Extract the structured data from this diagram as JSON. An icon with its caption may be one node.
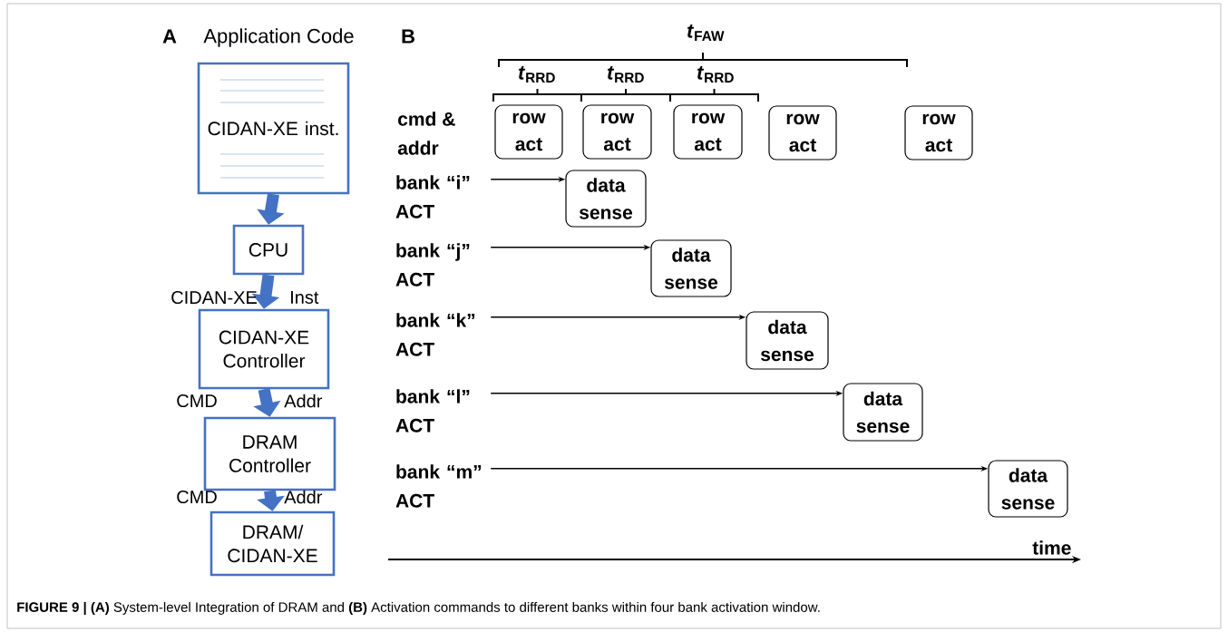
{
  "diagram": {
    "caption": "**FIGURE 9 | (A)** System-level Integration of DRAM and **(B)** Activation commands to different banks within four bank activation window.",
    "nodes": [
      {
        "text": [
          "Application Code",
          "CIDAN-XE inst."
        ]
      },
      {
        "text": [
          "CPU"
        ]
      },
      {
        "text": [
          "CIDAN-XE Controller"
        ]
      },
      {
        "text": [
          "DRAM Controller"
        ]
      },
      {
        "text": [
          "DRAM/ CIDAN-XE"
        ]
      },
      {
        "text": [
          "row act"
        ]
      },
      {
        "text": [
          "row act"
        ]
      },
      {
        "text": [
          "row act"
        ]
      },
      {
        "text": [
          "row act"
        ]
      },
      {
        "text": [
          "row act"
        ]
      },
      {
        "text": [
          "data sense"
        ]
      },
      {
        "text": [
          "data sense"
        ]
      },
      {
        "text": [
          "data sense"
        ]
      },
      {
        "text": [
          "data sense"
        ]
      },
      {
        "text": [
          "data sense"
        ]
      },
      {
        "text": [
          "bank “i” ACT"
        ]
      },
      {
        "text": [
          "bank “j” ACT"
        ]
      },
      {
        "text": [
          "bank “k” ACT"
        ]
      },
      {
        "text": [
          "bank “l” ACT"
        ]
      },
      {
        "text": [
          "bank “m” ACT"
        ]
      }
    ],
    "edges": [
      {
        "from": 0,
        "to": 1,
        "arrow": "to",
        "style": "thick",
        "color": "#4472c4"
      },
      {
        "from": 1,
        "to": 2,
        "arrow": "to",
        "style": "thick",
        "color": "#4472c4"
      },
      {
        "from": 2,
        "to": 3,
        "arrow": "to",
        "style": "thick",
        "color": "#4472c4"
      },
      {
        "from": 3,
        "to": 4,
        "arrow": "to",
        "style": "thick",
        "color": "#4472c4"
      },
      {
        "from": 15,
        "to": 10,
        "arrow": "to"
      },
      {
        "from": 16,
        "to": 11,
        "arrow": "to"
      },
      {
        "from": 17,
        "to": 12,
        "arrow": "to"
      },
      {
        "from": 18,
        "to": 13,
        "arrow": "to"
      },
      {
        "from": 19,
        "to": 14,
        "arrow": "to"
      }
    ],
    "labels": [
      "A",
      "B",
      "*t*$_{FAW}$",
      "*t*$_{RRD}$",
      "*t*$_{RRD}$",
      "*t*$_{RRD}$",
      "cmd & addr",
      "CIDAN-XE",
      "Inst",
      "CMD",
      "Addr",
      "CMD",
      "Addr",
      "time"
    ]
  }
}
